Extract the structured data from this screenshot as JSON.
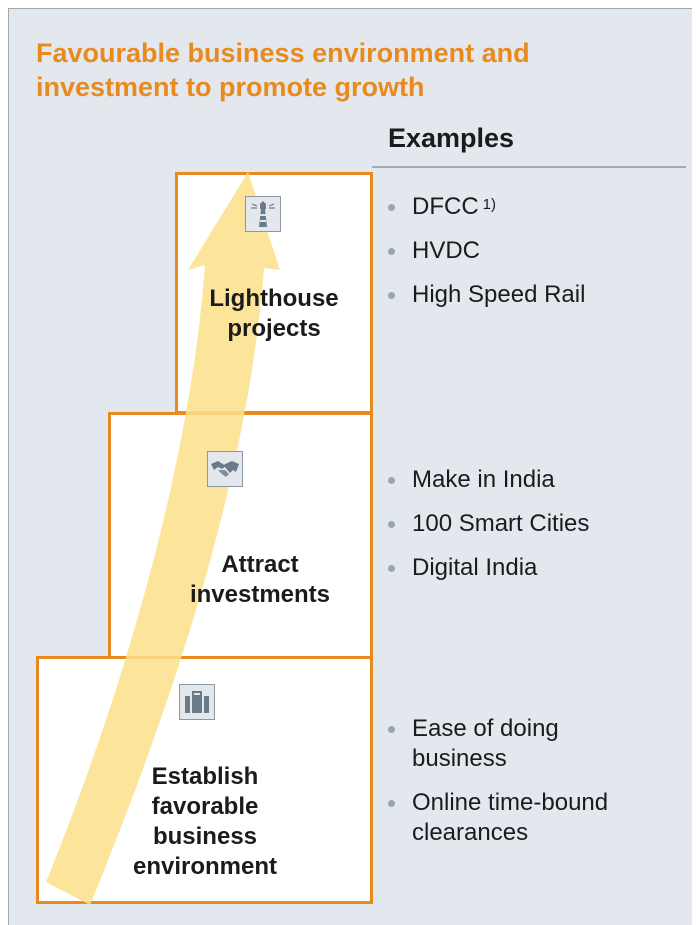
{
  "title": "Favourable business environment and investment to promote growth",
  "examples_heading": "Examples",
  "colors": {
    "accent": "#e98a1f",
    "arrow": "#fbe08a",
    "panel": "#e3e8ee"
  },
  "levels": [
    {
      "label": "Lighthouse projects",
      "icon": "lighthouse-icon"
    },
    {
      "label": "Attract investments",
      "icon": "handshake-icon"
    },
    {
      "label": "Establish favorable business environment",
      "icon": "briefcase-icon"
    }
  ],
  "examples": [
    [
      {
        "text": "DFCC",
        "footnote": "1)"
      },
      {
        "text": "HVDC"
      },
      {
        "text": "High Speed Rail"
      }
    ],
    [
      {
        "text": "Make in India"
      },
      {
        "text": "100 Smart Cities"
      },
      {
        "text": "Digital India"
      }
    ],
    [
      {
        "text": "Ease of doing business"
      },
      {
        "text": "Online time-bound clearances"
      }
    ]
  ]
}
